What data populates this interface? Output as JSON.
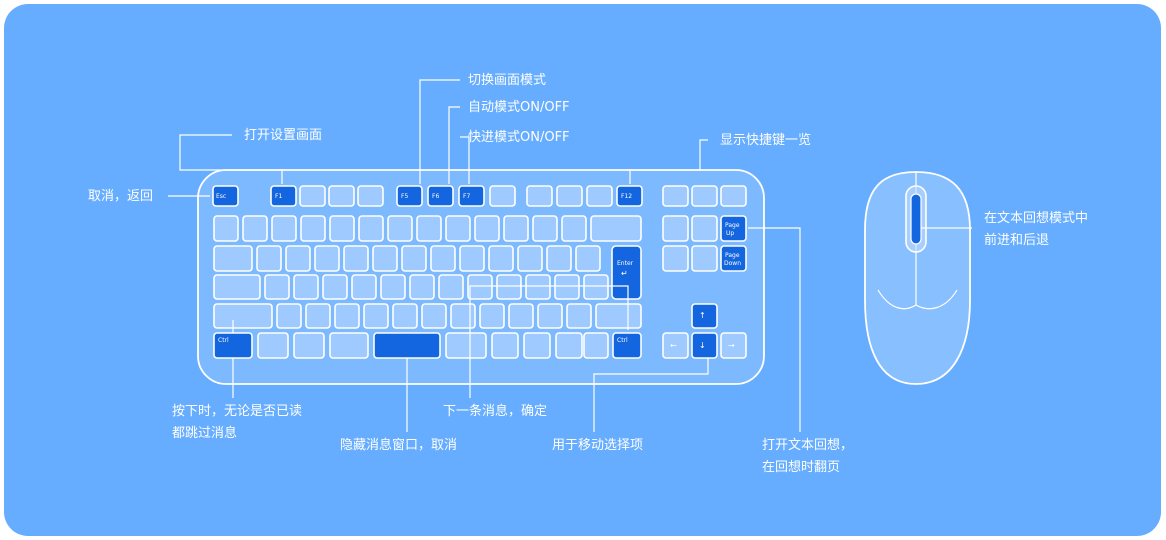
{
  "keys": {
    "esc": "Esc",
    "f1": "F1",
    "f5": "F5",
    "f6": "F6",
    "f7": "F7",
    "f12": "F12",
    "page_up_1": "Page",
    "page_up_2": "Up",
    "page_down_1": "Page",
    "page_down_2": "Down",
    "enter": "Enter",
    "enter_glyph": "↵",
    "ctrl_left": "Ctrl",
    "ctrl_right": "Ctrl",
    "arrow_up": "↑",
    "arrow_down": "↓",
    "arrow_left": "←",
    "arrow_right": "→"
  },
  "labels": {
    "switch_screen": "切换画面模式",
    "auto_mode": "自动模式ON/OFF",
    "fast_mode": "快进模式ON/OFF",
    "open_settings": "打开设置画面",
    "cancel_back": "取消，返回",
    "show_shortcuts": "显示快捷键一览",
    "mouse_scroll_1": "在文本回想模式中",
    "mouse_scroll_2": "前进和后退",
    "ctrl_skip_1": "按下时，无论是否已读",
    "ctrl_skip_2": "都跳过消息",
    "hide_window": "隐藏消息窗口，取消",
    "next_message": "下一条消息，确定",
    "move_select": "用于移动选择项",
    "open_backlog_1": "打开文本回想，",
    "open_backlog_2": "在回想时翻页"
  },
  "colors": {
    "panel": "#66adff",
    "highlight_key": "#1465e0",
    "text": "#ffffff"
  }
}
